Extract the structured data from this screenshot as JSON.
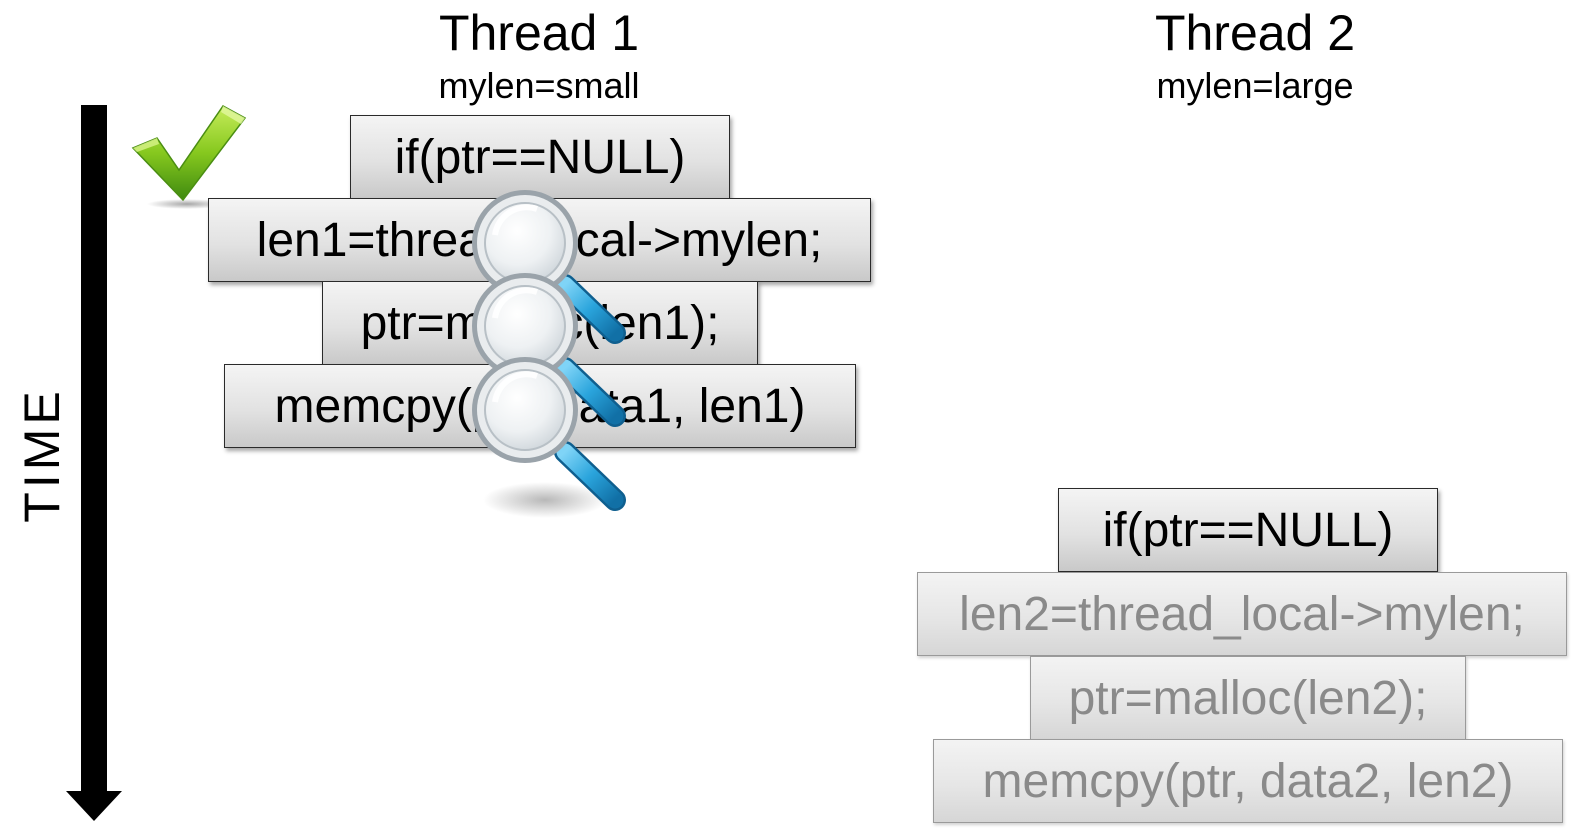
{
  "time_axis": {
    "label": "TIME",
    "icon": "down-arrow-icon"
  },
  "thread1": {
    "title": "Thread 1",
    "subtitle": "mylen=small",
    "status_icon": "checkmark-icon",
    "inspect_icon": "magnifier-icon",
    "lines": [
      "if(ptr==NULL)",
      "len1=thread_local->mylen;",
      "ptr=malloc(len1);",
      "memcpy(ptr, data1, len1)"
    ]
  },
  "thread2": {
    "title": "Thread 2",
    "subtitle": "mylen=large",
    "lines": [
      "if(ptr==NULL)",
      "len2=thread_local->mylen;",
      "ptr=malloc(len2);",
      "memcpy(ptr, data2, len2)"
    ]
  },
  "colors": {
    "active_text": "#000000",
    "faded_text": "#8a8a8a",
    "check_green": "#7fc31c",
    "magnifier_blue": "#1d9bd6"
  }
}
